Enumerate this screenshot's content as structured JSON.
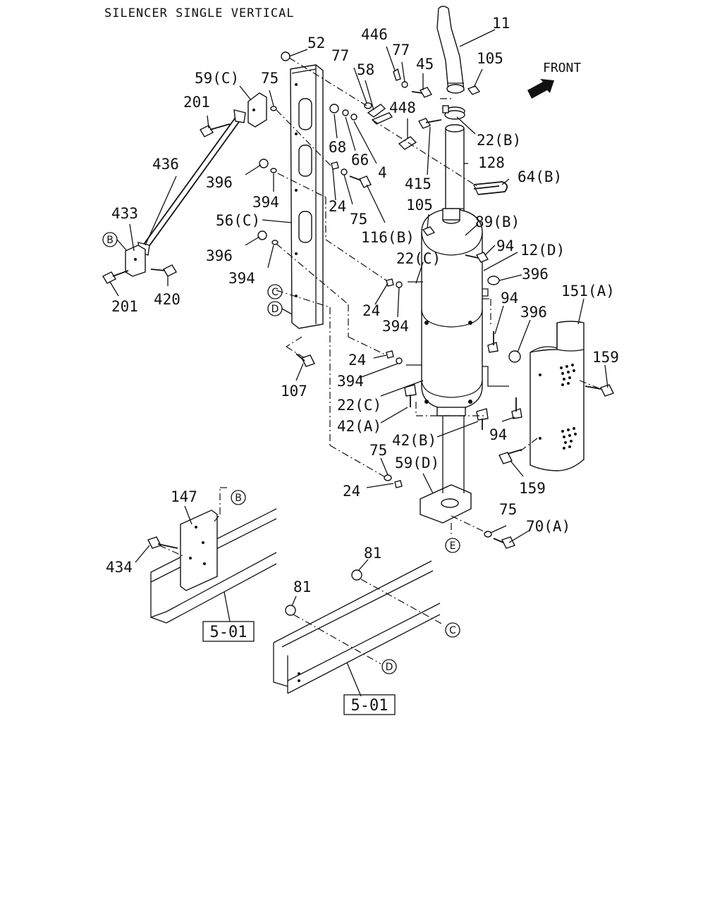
{
  "title": "SILENCER SINGLE VERTICAL",
  "front_label": "FRONT",
  "callouts": [
    {
      "text": "11"
    },
    {
      "text": "446"
    },
    {
      "text": "77"
    },
    {
      "text": "77"
    },
    {
      "text": "45"
    },
    {
      "text": "105"
    },
    {
      "text": "52"
    },
    {
      "text": "58"
    },
    {
      "text": "59(C)"
    },
    {
      "text": "75"
    },
    {
      "text": "201"
    },
    {
      "text": "448"
    },
    {
      "text": "22(B)"
    },
    {
      "text": "68"
    },
    {
      "text": "66"
    },
    {
      "text": "4"
    },
    {
      "text": "128"
    },
    {
      "text": "436"
    },
    {
      "text": "396"
    },
    {
      "text": "394"
    },
    {
      "text": "24"
    },
    {
      "text": "75"
    },
    {
      "text": "415"
    },
    {
      "text": "64(B)"
    },
    {
      "text": "433"
    },
    {
      "text": "56(C)"
    },
    {
      "text": "105"
    },
    {
      "text": "116(B)"
    },
    {
      "text": "89(B)"
    },
    {
      "text": "94"
    },
    {
      "text": "396"
    },
    {
      "text": "12(D)"
    },
    {
      "text": "22(C)"
    },
    {
      "text": "394"
    },
    {
      "text": "396"
    },
    {
      "text": "201"
    },
    {
      "text": "420"
    },
    {
      "text": "24"
    },
    {
      "text": "394"
    },
    {
      "text": "94"
    },
    {
      "text": "151(A)"
    },
    {
      "text": "396"
    },
    {
      "text": "159"
    },
    {
      "text": "24"
    },
    {
      "text": "394"
    },
    {
      "text": "107"
    },
    {
      "text": "22(C)"
    },
    {
      "text": "42(A)"
    },
    {
      "text": "42(B)"
    },
    {
      "text": "94"
    },
    {
      "text": "75"
    },
    {
      "text": "59(D)"
    },
    {
      "text": "159"
    },
    {
      "text": "24"
    },
    {
      "text": "147"
    },
    {
      "text": "75"
    },
    {
      "text": "70(A)"
    },
    {
      "text": "434"
    },
    {
      "text": "81"
    },
    {
      "text": "81"
    }
  ],
  "reference_circles": [
    {
      "letter": "B"
    },
    {
      "letter": "C"
    },
    {
      "letter": "D"
    },
    {
      "letter": "B"
    },
    {
      "letter": "E"
    },
    {
      "letter": "C"
    },
    {
      "letter": "D"
    }
  ],
  "section_refs": [
    {
      "text": "5-01"
    },
    {
      "text": "5-01"
    }
  ]
}
